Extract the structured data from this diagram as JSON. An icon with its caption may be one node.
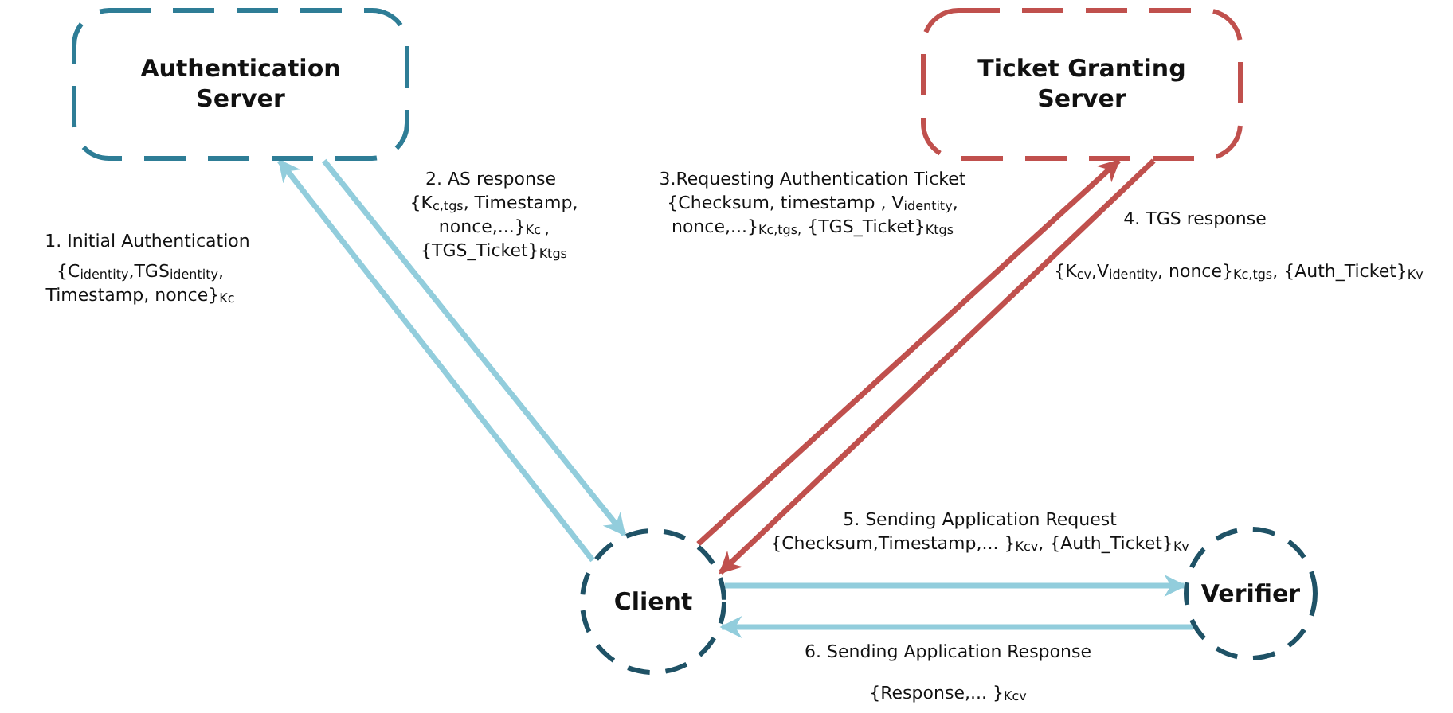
{
  "diagram": {
    "nodes": [
      {
        "text": [
          "Authentication Server"
        ]
      },
      {
        "text": [
          "Ticket Granting Server"
        ]
      },
      {
        "text": [
          "Client"
        ]
      },
      {
        "text": [
          "Verifier"
        ]
      }
    ],
    "edges": [
      {
        "from": 2,
        "to": 0,
        "arrow": "to",
        "label": "1. Initial Authentication"
      },
      {
        "from": 0,
        "to": 2,
        "arrow": "to",
        "label": "2. AS response"
      },
      {
        "from": 2,
        "to": 1,
        "arrow": "to",
        "label": "3.Requesting Authentication Ticket",
        "color": "#c0504d"
      },
      {
        "from": 1,
        "to": 2,
        "arrow": "to",
        "label": "4. TGS response",
        "color": "#c0504d"
      },
      {
        "from": 2,
        "to": 3,
        "arrow": "to",
        "label": "5. Sending Application Request"
      },
      {
        "from": 3,
        "to": 2,
        "arrow": "to",
        "label": "6. Sending Application Response"
      }
    ],
    "labels": [
      "{C$_{identity}$,TGS$_{identity}$, Timestamp, nonce}$_{Kc}$",
      "{K$_{c,tgs}$, Timestamp, nonce,...}$_{Kc ,}$ {TGS_Ticket}$_{Ktgs}$",
      "{Checksum, timestamp , V$_{identity}$, nonce,...}$_{Kc,tgs,}$ {TGS_Ticket}$_{Ktgs}$",
      "{K$_{cv}$,V$_{identity}$, nonce}$_{Kc,tgs}$, {Auth_Ticket}$_{Kv}$",
      "{Checksum,Timestamp,... }$_{Kcv}$, {Auth_Ticket}$_{Kv}$",
      "{Response,... }$_{Kcv}$"
    ]
  }
}
